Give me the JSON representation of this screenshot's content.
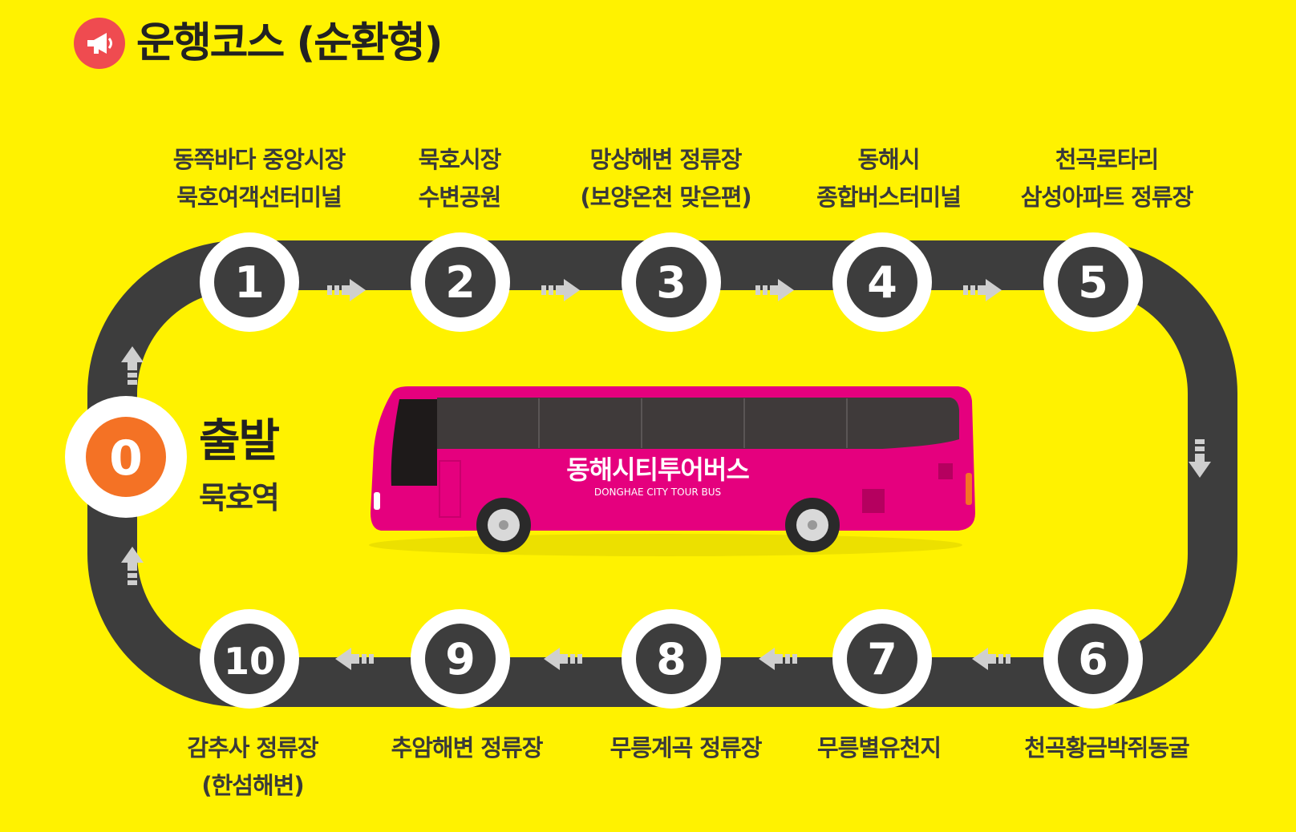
{
  "header": {
    "title": "운행코스 (순환형)",
    "icon": "megaphone-icon"
  },
  "start": {
    "number": "0",
    "label": "출발",
    "stop": "묵호역"
  },
  "top_stops": [
    {
      "number": "1",
      "label": "동쪽바다 중앙시장\n묵호여객선터미널"
    },
    {
      "number": "2",
      "label": "묵호시장\n수변공원"
    },
    {
      "number": "3",
      "label": "망상해변 정류장\n(보양온천 맞은편)"
    },
    {
      "number": "4",
      "label": "동해시\n종합버스터미널"
    },
    {
      "number": "5",
      "label": "천곡로타리\n삼성아파트 정류장"
    }
  ],
  "bottom_stops": [
    {
      "number": "6",
      "label": "천곡황금박쥐동굴"
    },
    {
      "number": "7",
      "label": "무릉별유천지"
    },
    {
      "number": "8",
      "label": "무릉계곡 정류장"
    },
    {
      "number": "9",
      "label": "추암해변 정류장"
    },
    {
      "number": "10",
      "label": "감추사 정류장\n(한섬해변)"
    }
  ],
  "bus": {
    "brand": "동해시티투어버스",
    "brand_en": "DONGHAE CITY TOUR BUS"
  },
  "colors": {
    "background": "#FFF200",
    "road": "#3D3D3D",
    "stop_circle": "#FFFFFF",
    "stop_number": "#3D3D3D",
    "start_circle": "#F47225",
    "bus_body": "#E5007E",
    "megaphone": "#EF4B50",
    "arrow": "#C9C9C9"
  }
}
